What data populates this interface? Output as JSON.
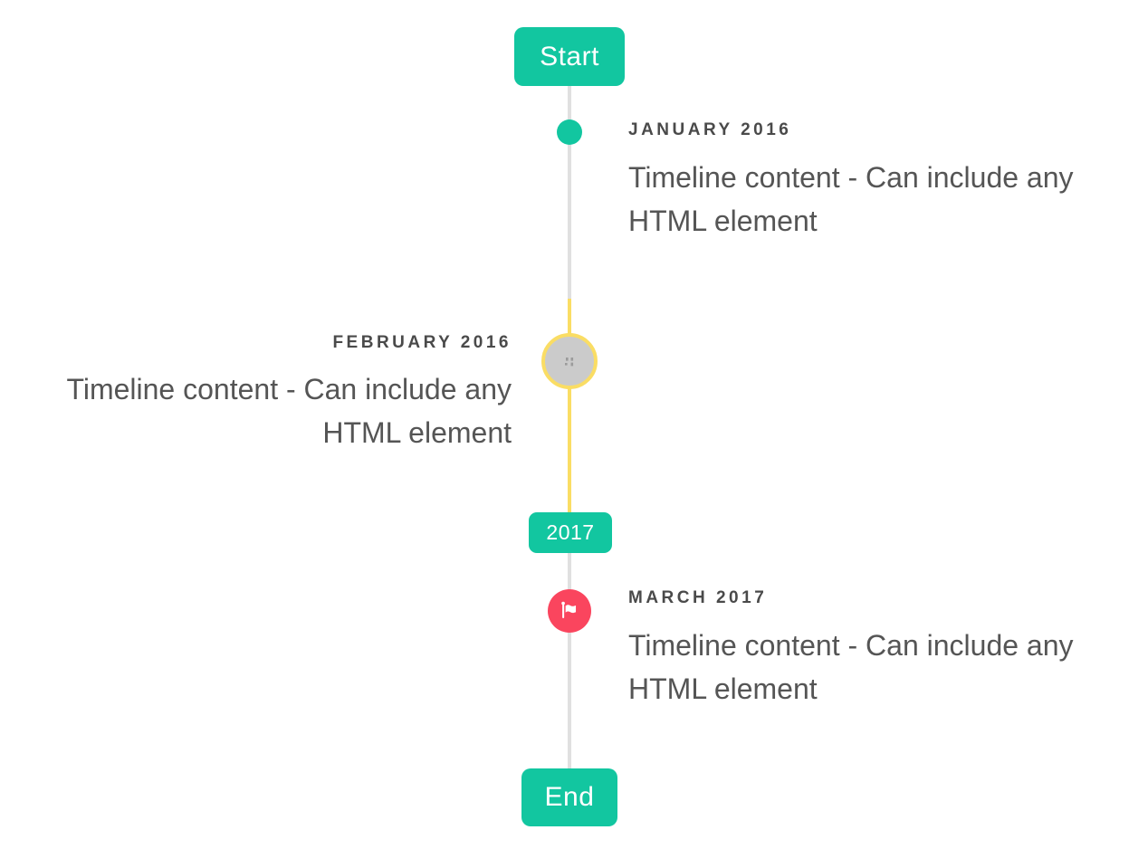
{
  "timeline": {
    "start_badge": "Start",
    "end_badge": "End",
    "year_badge": "2017",
    "entries": [
      {
        "date": "JANUARY 2016",
        "content": "Timeline content - Can include any HTML element",
        "side": "right",
        "marker": "teal-dot"
      },
      {
        "date": "FEBRUARY 2016",
        "content": "Timeline content - Can include any HTML element",
        "side": "left",
        "marker": "image-placeholder-circle-yellow-ring"
      },
      {
        "date": "MARCH 2017",
        "content": "Timeline content - Can include any HTML element",
        "side": "right",
        "marker": "red-flag-circle"
      }
    ],
    "icons": {
      "march_marker": "flag-icon",
      "february_marker": "broken-image-icon"
    },
    "colors": {
      "accent_teal": "#12c6a0",
      "highlight_yellow": "#fadd64",
      "flag_red": "#fa455e",
      "line_gray": "#e0e0e0",
      "placeholder_gray": "#cbcbcb",
      "label_text": "#4a4a4a",
      "content_text": "#555555"
    }
  }
}
